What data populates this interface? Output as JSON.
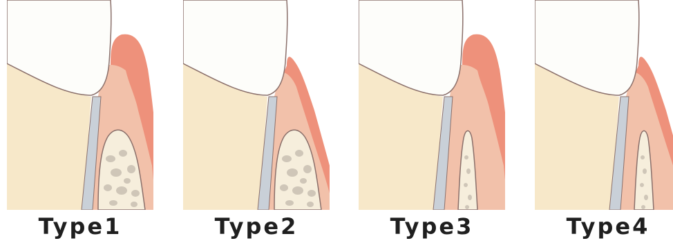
{
  "diagrams": [
    {
      "label": "Type1",
      "gingiva": "thick",
      "bone": "thick"
    },
    {
      "label": "Type2",
      "gingiva": "thin",
      "bone": "thick"
    },
    {
      "label": "Type3",
      "gingiva": "thick",
      "bone": "thin"
    },
    {
      "label": "Type4",
      "gingiva": "thin",
      "bone": "thin"
    }
  ],
  "colors": {
    "tooth_crown": "#fdfdfa",
    "tooth_root": "#f7e8c9",
    "gingiva_outer": "#ee917b",
    "gingiva_inner": "#f2c1aa",
    "periodontal_ligament": "#c9d0d8",
    "bone": "#f6eedc",
    "bone_spots": "#cfc6b8",
    "outline": "#8a6f6a"
  }
}
